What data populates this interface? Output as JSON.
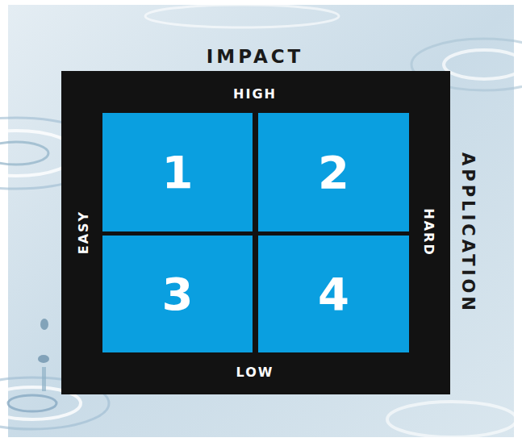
{
  "diagram": {
    "title": "IMPACT",
    "nodes": [
      {
        "text": [
          "HIGH",
          "EASY",
          "HARD",
          "LOW"
        ]
      },
      {
        "text": [
          "1"
        ],
        "in": 0
      },
      {
        "text": [
          "2"
        ],
        "in": 0
      },
      {
        "text": [
          "3"
        ],
        "in": 0
      },
      {
        "text": [
          "4"
        ],
        "in": 0
      }
    ],
    "labels": [
      "APPLICATION"
    ]
  }
}
